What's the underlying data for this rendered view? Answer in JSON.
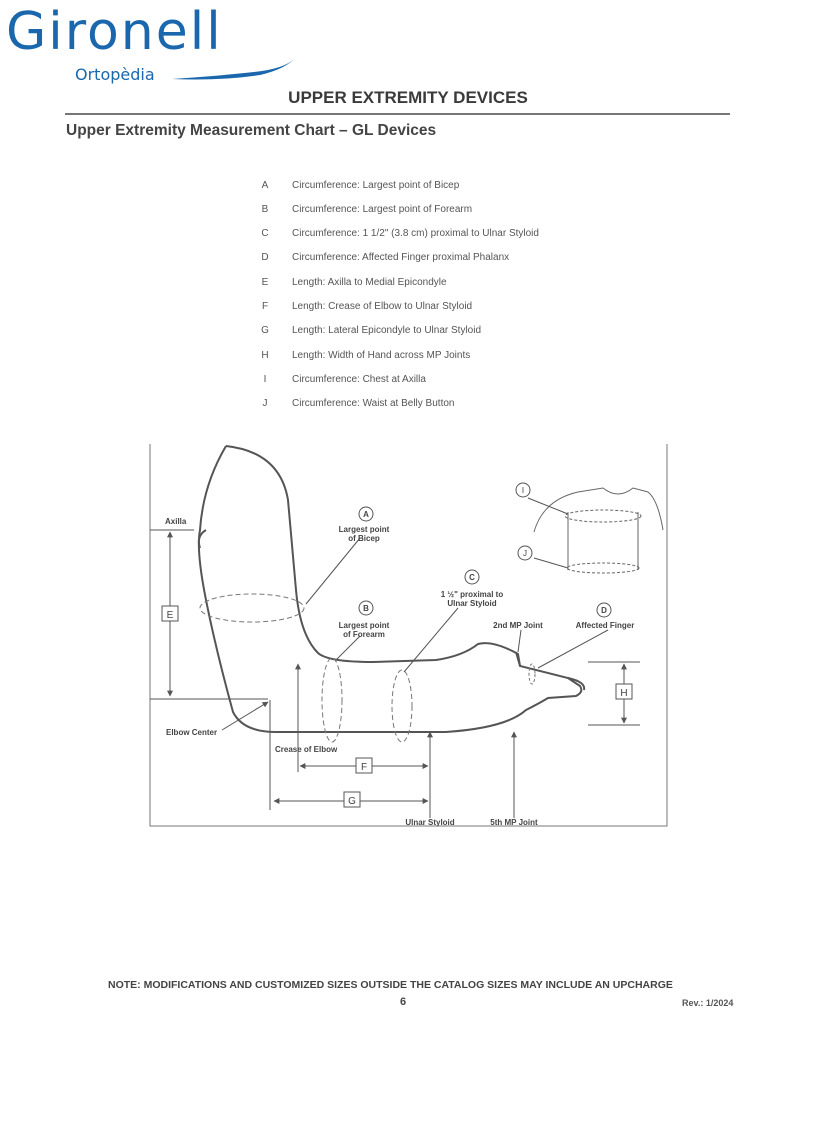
{
  "logo": {
    "word": "Gironell",
    "sub": "Ortopèdia"
  },
  "header": "UPPER EXTREMITY DEVICES",
  "subtitle": "Upper Extremity Measurement Chart – GL Devices",
  "measurements": [
    {
      "letter": "A",
      "desc": "Circumference: Largest point of Bicep"
    },
    {
      "letter": "B",
      "desc": "Circumference: Largest point of Forearm"
    },
    {
      "letter": "C",
      "desc": "Circumference: 1 1/2\" (3.8 cm) proximal to Ulnar Styloid"
    },
    {
      "letter": "D",
      "desc": "Circumference: Affected Finger proximal Phalanx"
    },
    {
      "letter": "E",
      "desc": "Length: Axilla to Medial Epicondyle"
    },
    {
      "letter": "F",
      "desc": "Length: Crease of Elbow to Ulnar Styloid"
    },
    {
      "letter": "G",
      "desc": "Length: Lateral Epicondyle to Ulnar Styloid"
    },
    {
      "letter": "H",
      "desc": "Length: Width of Hand across MP Joints"
    },
    {
      "letter": "I",
      "desc": "Circumference: Chest at Axilla"
    },
    {
      "letter": "J",
      "desc": "Circumference: Waist at Belly Button"
    }
  ],
  "diagram": {
    "axilla": "Axilla",
    "marker_a": "A",
    "largest_bicep_1": "Largest point",
    "largest_bicep_2": "of Bicep",
    "marker_b": "B",
    "largest_forearm_1": "Largest point",
    "largest_forearm_2": "of Forearm",
    "marker_c": "C",
    "proximal_1": "1 ½\" proximal to",
    "proximal_2": "Ulnar Styloid",
    "marker_d": "D",
    "second_mp": "2nd MP Joint",
    "affected_finger": "Affected Finger",
    "marker_i": "I",
    "marker_j": "J",
    "box_e": "E",
    "box_f": "F",
    "box_g": "G",
    "box_h": "H",
    "elbow_center": "Elbow Center",
    "crease_elbow": "Crease of Elbow",
    "ulnar_styloid": "Ulnar Styloid",
    "fifth_mp": "5th MP Joint"
  },
  "footer": {
    "note": "NOTE: MODIFICATIONS AND CUSTOMIZED SIZES OUTSIDE THE CATALOG SIZES MAY INCLUDE AN UPCHARGE",
    "page_number": "6",
    "revision": "Rev.: 1/2024"
  },
  "colors": {
    "brand": "#1a67ae",
    "text": "#444444",
    "lines": "#555555"
  }
}
